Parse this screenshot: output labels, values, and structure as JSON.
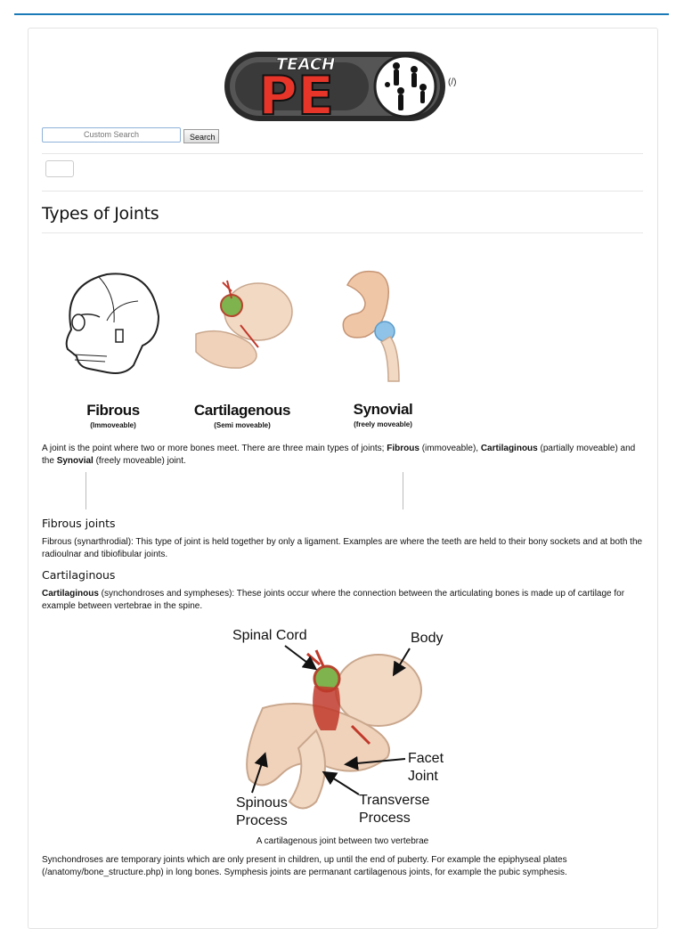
{
  "header": {
    "logo_text_top": "TEACH",
    "logo_text_main": "PE",
    "logo_link": "(/)"
  },
  "search": {
    "placeholder": "Custom Search",
    "button_label": "Search"
  },
  "page_title": "Types of Joints",
  "joint_types": [
    {
      "name": "Fibrous",
      "note": "(Immoveable)"
    },
    {
      "name": "Cartilagenous",
      "note": "(Semi moveable)"
    },
    {
      "name": "Synovial",
      "note": "(freely moveable)"
    }
  ],
  "intro": {
    "p1": "A joint is the point where two or more bones meet. There are three main types of joints; ",
    "b1": "Fibrous",
    "p2": " (immoveable), ",
    "b2": "Cartilaginous",
    "p3": " (partially moveable) and the ",
    "b3": "Synovial",
    "p4": " (freely moveable) joint."
  },
  "fibrous": {
    "heading": "Fibrous joints",
    "text": "Fibrous (synarthrodial): This type of joint is held together by only a ligament. Examples are where the teeth are held to their bony sockets and at both the radioulnar and tibiofibular joints."
  },
  "cartilaginous": {
    "heading": "Cartilaginous",
    "bold": "Cartilaginous",
    "text": " (synchondroses and sympheses): These joints occur where the connection between the articulating bones is made up of cartilage for example between vertebrae in the spine."
  },
  "diagram": {
    "labels": {
      "spinal_cord": "Spinal Cord",
      "body": "Body",
      "facet_1": "Facet",
      "facet_2": "Joint",
      "spinous_1": "Spinous",
      "spinous_2": "Process",
      "transverse_1": "Transverse",
      "transverse_2": "Process"
    },
    "caption": "A cartilagenous joint between two vertebrae"
  },
  "synchondroses_text": "Synchondroses are temporary joints which are only present in children, up until the end of puberty. For example the epiphyseal plates (/anatomy/bone_structure.php) in long bones. Symphesis joints are permanant cartilagenous joints, for example the pubic symphesis.",
  "colors": {
    "accent": "#1a7ab8",
    "logo_red": "#e8352a",
    "bone": "#f2d9c4"
  }
}
